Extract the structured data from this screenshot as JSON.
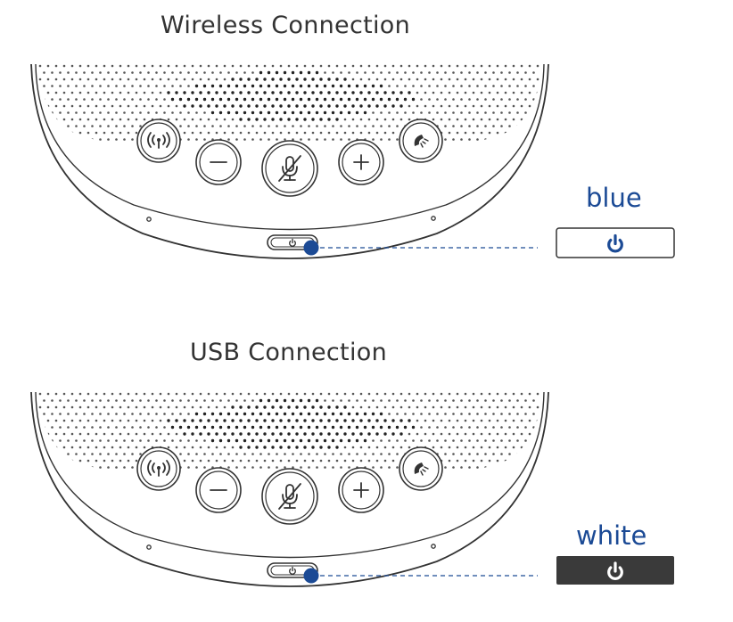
{
  "sections": [
    {
      "title": "Wireless Connection",
      "status_label": "blue",
      "indicator_color": "#1b4a95",
      "indicator_icon": "power-icon",
      "indicator_style": "outlined"
    },
    {
      "title": "USB Connection",
      "status_label": "white",
      "indicator_color": "#ffffff",
      "indicator_icon": "power-icon",
      "indicator_style": "filled-dark"
    }
  ],
  "buttons": [
    {
      "name": "wireless-button",
      "icon": "wireless-icon"
    },
    {
      "name": "volume-down-button",
      "icon": "minus-icon"
    },
    {
      "name": "mute-button",
      "icon": "mic-mute-icon"
    },
    {
      "name": "volume-up-button",
      "icon": "plus-icon"
    },
    {
      "name": "call-button",
      "icon": "phone-icon"
    }
  ],
  "colors": {
    "accent_blue": "#1b4a95",
    "outline": "#333333",
    "dark_panel": "#3a3a3a"
  }
}
